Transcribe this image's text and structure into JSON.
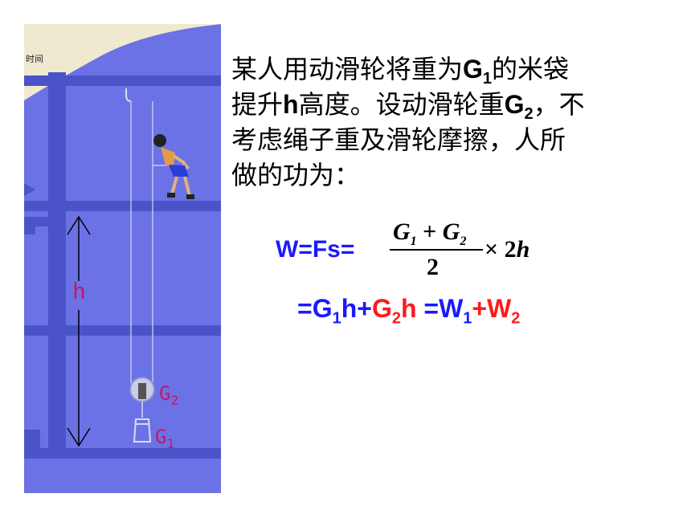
{
  "scene": {
    "corner_label": "时间",
    "height_label": "h",
    "pulley_label": "G",
    "pulley_label_sub": "2",
    "load_label": "G",
    "load_label_sub": "1",
    "colors": {
      "background": "#6b72e6",
      "beam": "#4a54c8",
      "cream": "#efe9cf",
      "label": "#c0186a"
    }
  },
  "problem": {
    "t1": "某人用动滑轮将重为",
    "g": "G",
    "sub1": "1",
    "t2": "的米袋",
    "t3": "提升",
    "h": "h",
    "t4": "高度。设动滑轮重",
    "sub2": "2",
    "t5": "，不",
    "t6": "考虑绳子重及滑轮摩擦，人所",
    "t7": "做的功为："
  },
  "formula": {
    "lhs": "W=Fs=",
    "num_g1": "G",
    "num_sub1": "1",
    "num_plus": " + ",
    "num_g2": "G",
    "num_sub2": "2",
    "den": "2",
    "times": "× 2",
    "h": "h",
    "line2": {
      "p1": "=G",
      "s1": "1",
      "p2": "h+",
      "p3": "G",
      "s2": "2",
      "p4": "h",
      "p5": " =W",
      "s3": "1",
      "p6": "+",
      "p7": "W",
      "s4": "2"
    },
    "colors": {
      "blue": "#1a1aff",
      "red": "#ff1a1a"
    }
  }
}
